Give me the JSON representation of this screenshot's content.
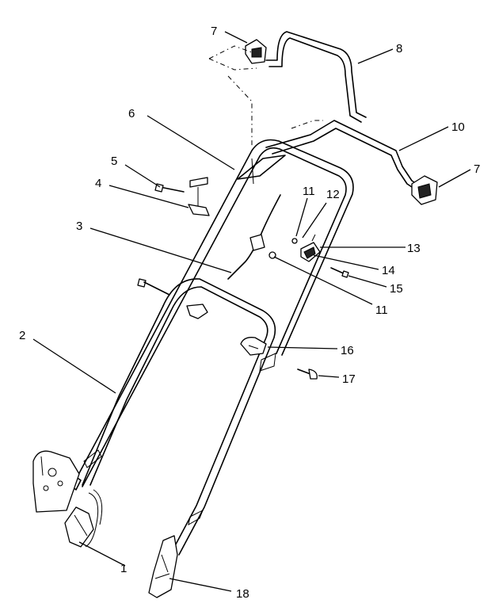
{
  "callouts": [
    {
      "id": "c1",
      "label": "1"
    },
    {
      "id": "c2",
      "label": "2"
    },
    {
      "id": "c3",
      "label": "3"
    },
    {
      "id": "c4",
      "label": "4"
    },
    {
      "id": "c5",
      "label": "5"
    },
    {
      "id": "c6",
      "label": "6"
    },
    {
      "id": "c7a",
      "label": "7"
    },
    {
      "id": "c7b",
      "label": "7"
    },
    {
      "id": "c8",
      "label": "8"
    },
    {
      "id": "c10",
      "label": "10"
    },
    {
      "id": "c11a",
      "label": "11"
    },
    {
      "id": "c11b",
      "label": "11"
    },
    {
      "id": "c12",
      "label": "12"
    },
    {
      "id": "c13",
      "label": "13"
    },
    {
      "id": "c14",
      "label": "14"
    },
    {
      "id": "c15",
      "label": "15"
    },
    {
      "id": "c16",
      "label": "16"
    },
    {
      "id": "c17",
      "label": "17"
    },
    {
      "id": "c18",
      "label": "18"
    }
  ]
}
